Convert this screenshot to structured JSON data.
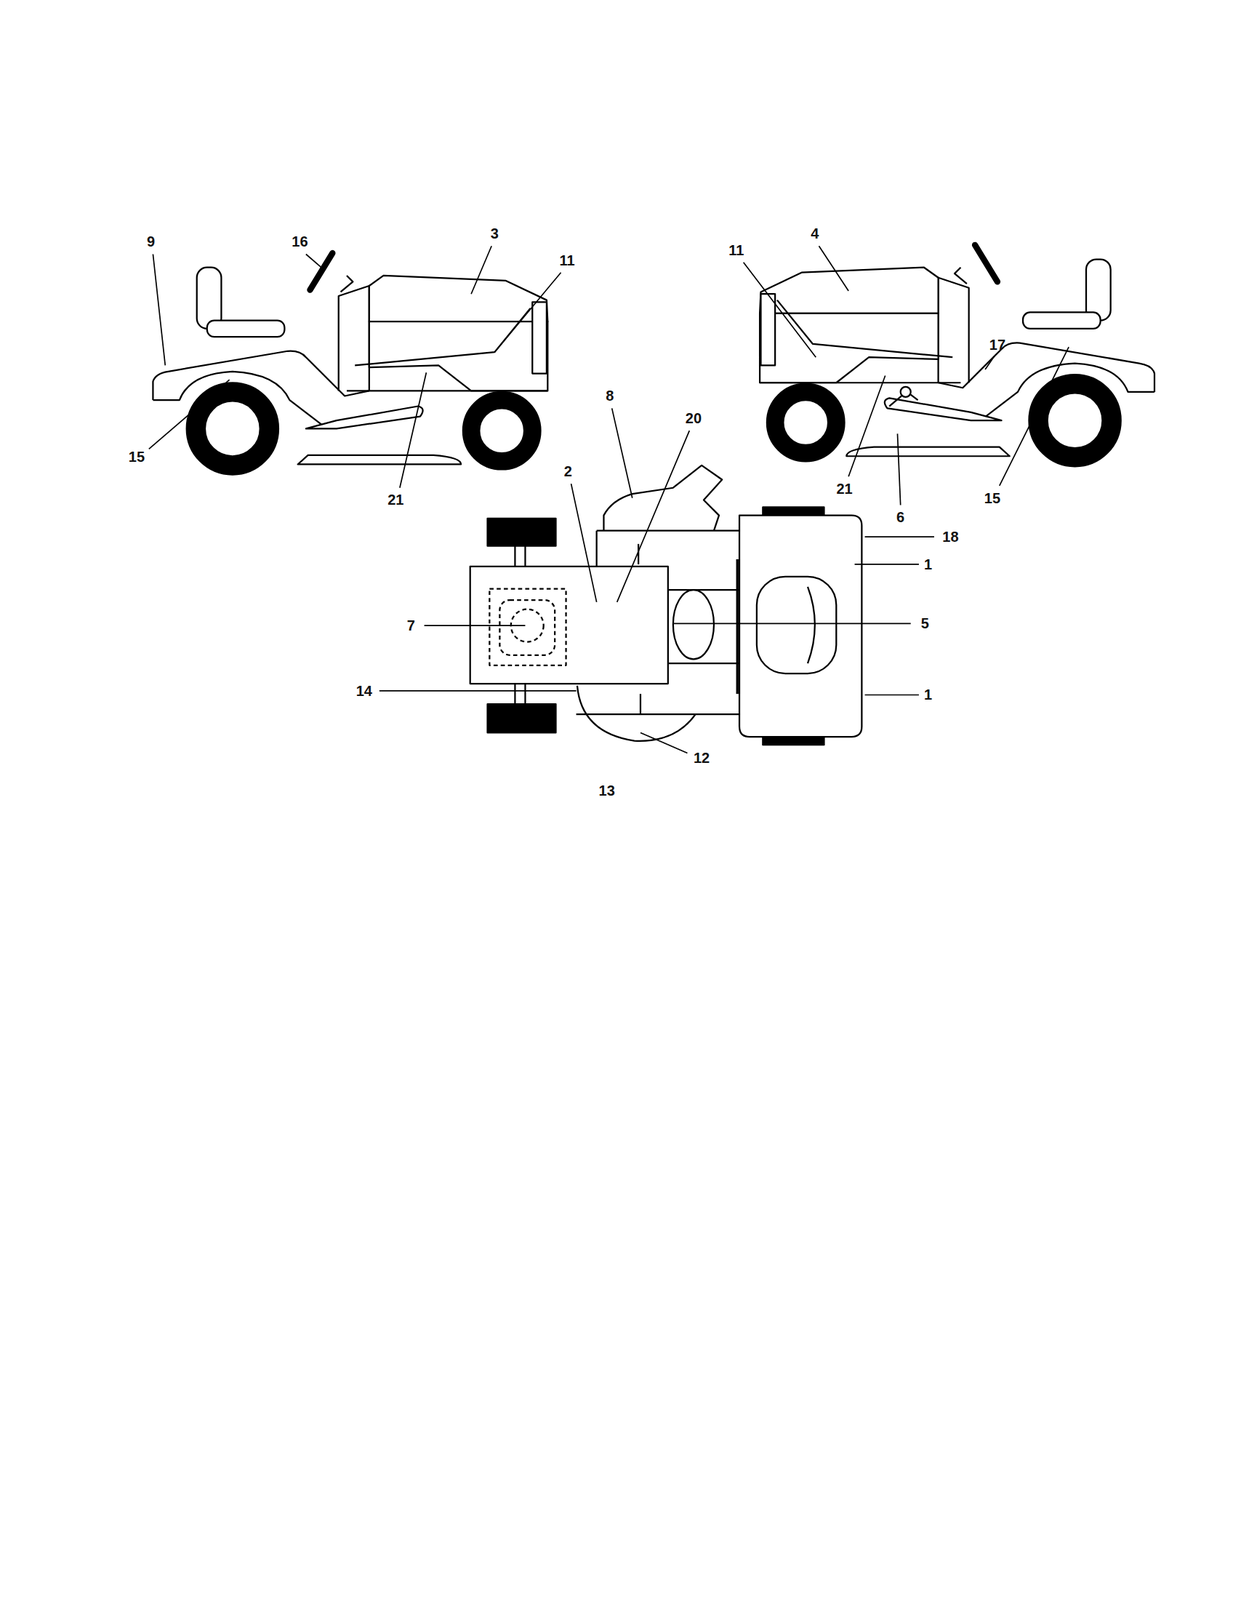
{
  "diagram": {
    "labels": [
      "9",
      "16",
      "3",
      "11",
      "11",
      "4",
      "15",
      "21",
      "17",
      "8",
      "20",
      "2",
      "21",
      "15",
      "6",
      "18",
      "1",
      "7",
      "5",
      "14",
      "1",
      "12",
      "13"
    ]
  }
}
